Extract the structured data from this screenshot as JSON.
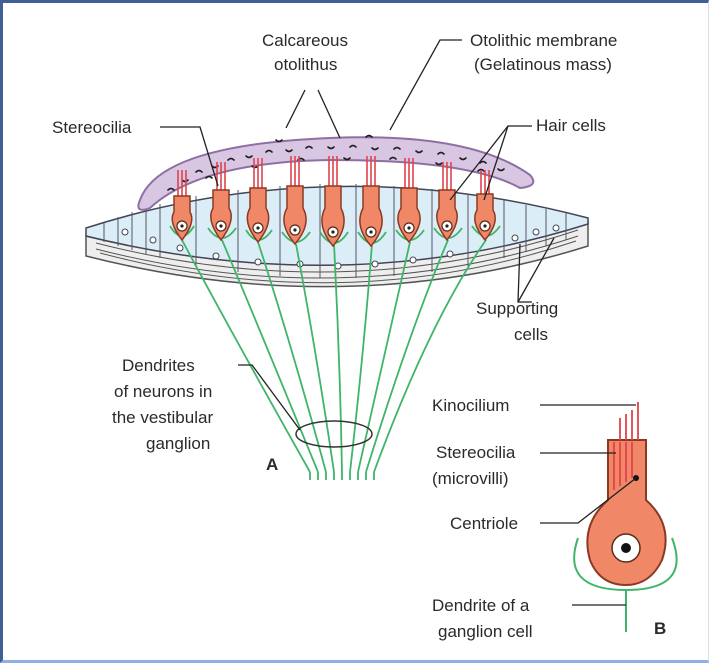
{
  "diagram": {
    "labels": {
      "calcareous_line1": "Calcareous",
      "calcareous_line2": "otolithus",
      "otolithic_line1": "Otolithic membrane",
      "otolithic_line2": "(Gelatinous mass)",
      "stereocilia": "Stereocilia",
      "hair_cells": "Hair cells",
      "supporting_line1": "Supporting",
      "supporting_line2": "cells",
      "dendrites_line1": "Dendrites",
      "dendrites_line2": "of neurons in",
      "dendrites_line3": "the vestibular",
      "dendrites_line4": "ganglion",
      "panel_a": "A",
      "kinocilium": "Kinocilium",
      "stereocilia_b_line1": "Stereocilia",
      "stereocilia_b_line2": "(microvilli)",
      "centriole": "Centriole",
      "dendrite_b_line1": "Dendrite of a",
      "dendrite_b_line2": "ganglion cell",
      "panel_b": "B"
    },
    "colors": {
      "membrane_fill": "#d8c6e2",
      "membrane_stroke": "#8e6fa3",
      "hair_cell_fill": "#f08868",
      "hair_cell_stroke": "#8a3a22",
      "cilia": "#e0434d",
      "nerve": "#3fb56a",
      "epithelium_fill": "#dbeef7",
      "basement_fill": "#eeeeee",
      "frame_dark": "#3f5f95"
    }
  }
}
